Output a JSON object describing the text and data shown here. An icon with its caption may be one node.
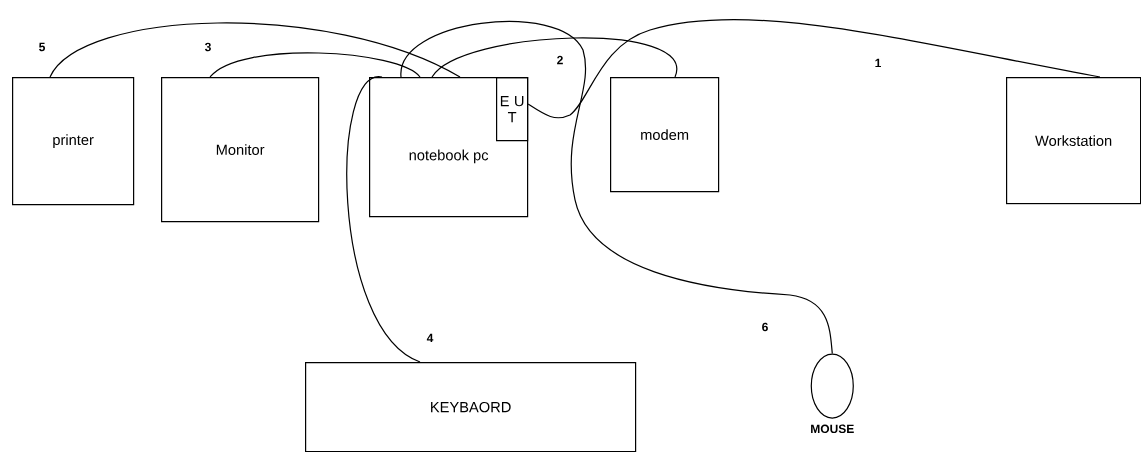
{
  "diagram": {
    "nodes": [
      {
        "text": [
          "printer"
        ]
      },
      {
        "text": [
          "Monitor"
        ]
      },
      {
        "text": [
          "notebook pc"
        ]
      },
      {
        "text": [
          "E U T"
        ],
        "in": 2
      },
      {
        "text": [
          "modem"
        ]
      },
      {
        "text": [
          "Workstation"
        ]
      },
      {
        "text": [
          "KEYBAORD"
        ]
      },
      {
        "text": [],
        "shape": "circle",
        "beside": [
          "MOUSE"
        ]
      }
    ],
    "edges": [
      {
        "from": 0,
        "to": 2,
        "arrow": "none",
        "label": "5"
      },
      {
        "from": 1,
        "to": 2,
        "arrow": "none",
        "label": "3"
      },
      {
        "from": 2,
        "to": 4,
        "arrow": "none",
        "label": "2"
      },
      {
        "from": 5,
        "to": 3,
        "arrow": "none",
        "label": "1"
      },
      {
        "from": 6,
        "to": 2,
        "arrow": "none",
        "label": "4"
      },
      {
        "from": 2,
        "to": 7,
        "arrow": "none",
        "label": "6"
      }
    ]
  }
}
